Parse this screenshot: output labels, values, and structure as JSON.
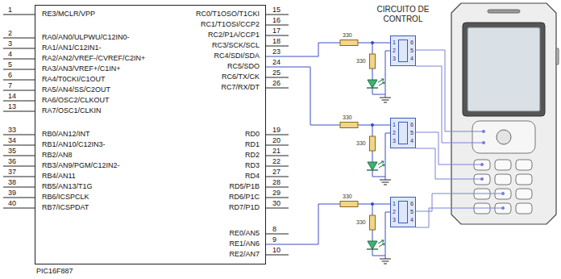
{
  "diagram": {
    "nodes": [
      {
        "text": [
          "RE3/MCLR/VPP",
          "RA0/AN0/ULPWU/C12IN0-",
          "RA1/AN1/C12IN1-",
          "RA2/AN2/VREF-/CVREF/C2IN+",
          "RA3/AN3/VREF+/C1IN+",
          "RA4/T0CKI/C1OUT",
          "RA5/AN4/SS/C2OUT",
          "RA6/OSC2/CLKOUT",
          "RA7/OSC1/CLKIN",
          "RB0/AN12/INT",
          "RB1/AN10/C12IN3-",
          "RB2/AN8",
          "RB3/AN9/PGM/C12IN2-",
          "RB4/AN11",
          "RB5/AN13/T1G",
          "RB6/ICSPCLK",
          "RB7/ICSPDAT",
          "RC0/T1OSO/T1CKI",
          "RC1/T1OSI/CCP2",
          "RC2/P1A/CCP1",
          "RC3/SCK/SCL",
          "RC4/SDI/SDA",
          "RC5/SDO",
          "RC6/TX/CK",
          "RC7/RX/DT",
          "RD0",
          "RD1",
          "RD2",
          "RD3",
          "RD4",
          "RD5/P1B",
          "RD6/P1C",
          "RD7/P1D",
          "RE0/AN5",
          "RE1/AN6",
          "RE2/AN7"
        ]
      },
      {
        "text": [
          "1",
          "2",
          "3",
          "6",
          "5",
          "4"
        ]
      },
      {
        "text": [
          "1",
          "2",
          "3",
          "6",
          "5",
          "4"
        ]
      },
      {
        "text": [
          "1",
          "2",
          "3",
          "6",
          "5",
          "4"
        ]
      }
    ],
    "edges": [
      {
        "from": 0,
        "to": 1,
        "arrow": "none"
      },
      {
        "from": 0,
        "to": 2,
        "arrow": "none"
      },
      {
        "from": 0,
        "to": 3,
        "arrow": "none"
      }
    ],
    "labels": [
      "CIRCUITO DE CONTROL",
      "1",
      "2",
      "3",
      "4",
      "5",
      "6",
      "7",
      "14",
      "13",
      "33",
      "34",
      "35",
      "36",
      "37",
      "38",
      "39",
      "40",
      "15",
      "16",
      "17",
      "18",
      "23",
      "24",
      "25",
      "26",
      "19",
      "20",
      "21",
      "22",
      "27",
      "28",
      "29",
      "30",
      "8",
      "9",
      "10",
      "330",
      "330",
      "330",
      "330",
      "330",
      "330",
      "PIC16F887"
    ]
  }
}
